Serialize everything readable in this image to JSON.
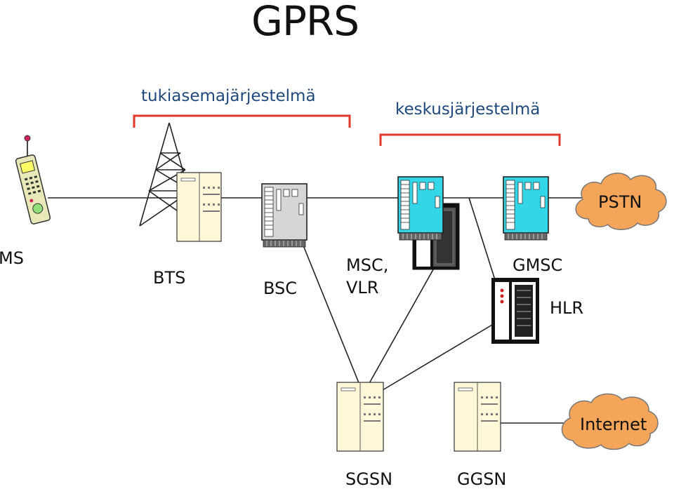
{
  "title": "GPRS",
  "groups": {
    "bss": "tukiasemajärjestelmä",
    "core": "keskusjärjestelmä"
  },
  "nodes": {
    "ms": "MS",
    "bts": "BTS",
    "bsc": "BSC",
    "msc_line1": "MSC,",
    "msc_line2": "VLR",
    "gmsc": "GMSC",
    "hlr": "HLR",
    "pstn": "PSTN",
    "sgsn": "SGSN",
    "ggsn": "GGSN",
    "internet": "Internet"
  },
  "colors": {
    "bracket": "#e0392b",
    "group_text": "#1f497d",
    "msc_unit": "#33d6e6",
    "cloud": "#f5a55a",
    "server_beige": "#fff8d8"
  }
}
